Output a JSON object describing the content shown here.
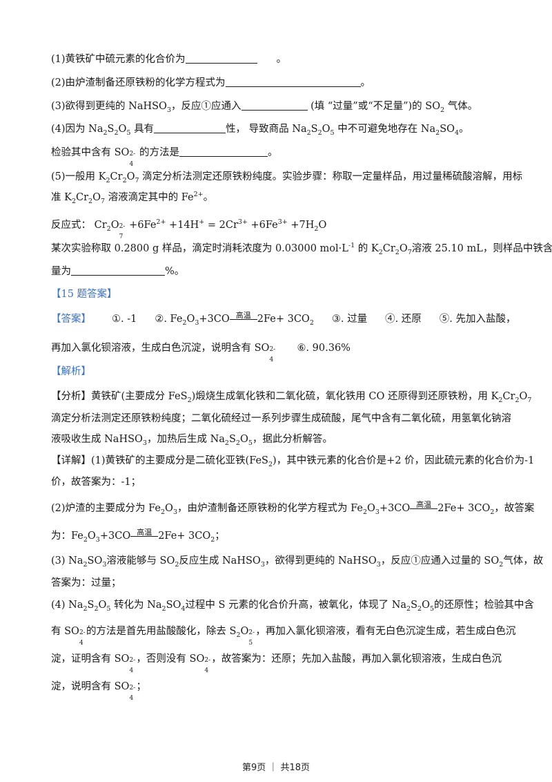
{
  "question": {
    "q1_prefix": "(1)黄铁矿中硫元素的化合价为",
    "q1_suffix": "。",
    "q2_prefix": "(2)由炉渣制备还原铁粉的化学方程式为",
    "q2_suffix": "。",
    "q3_prefix": "(3)欲得到更纯的 NaHSO",
    "q3_mid": "，反应①应通入",
    "q3_after": "(填 “过量”或“不足量”)的 SO",
    "q3_end": "气体。",
    "q4_prefix": "(4)因为 Na",
    "q4_mid": "具有",
    "q4_after": "性， 导致商品 Na",
    "q4_end": "中不可避免地存在 Na",
    "q4_tail": "。",
    "q4b_prefix": "检验其中含有 SO",
    "q4b_suffix": "的方法是",
    "q4b_end": "。",
    "q5_line1": "(5)一般用 K",
    "q5_line1_b": "滴定分析法测定还原铁粉纯度。实验步骤：称取一定量样品，用过量稀硫酸溶解，用标",
    "q5_line2": "准 K",
    "q5_line2_b": "溶液滴定其中的 Fe",
    "q5_line2_end": "。",
    "reaction_prefix": "反应式： Cr",
    "reaction_rest_1": " +6Fe",
    "reaction_rest_2": " +14H",
    "reaction_rest_3": " = 2Cr",
    "reaction_rest_4": " +6Fe",
    "reaction_rest_5": " +7H",
    "reaction_rest_6": "O",
    "q5_calc_1": "某次实验称取 0.2800 g 样品，滴定时消耗浓度为 0.03000 mol·L",
    "q5_calc_2": "的 K",
    "q5_calc_3": "溶液 25.10 mL，则样品中铁含",
    "q5_calc_line2": "量为",
    "q5_calc_end": "%。"
  },
  "answer_header": "【15 题答案】",
  "answer": {
    "label": "【答案】",
    "a1": "①. -1",
    "a2_prefix": "②. Fe",
    "a2_mid": "+3CO",
    "a2_cond": "高温",
    "a2_after": "2Fe+ 3CO",
    "a3": "③. 过量",
    "a4": "④. 还原",
    "a5": "⑤. 先加入盐酸，",
    "a5_line2": "再加入氯化钡溶液，生成白色沉淀，说明含有 SO",
    "a6": "⑥. 90.36%"
  },
  "analysis_header": "【解析】",
  "analysis": {
    "fx_label": "【分析】",
    "fx_line1": "黄铁矿(主要成分 FeS",
    "fx_line1_b": ")煅烧生成氧化铁和二氧化硫，氧化铁用 CO 还原得到还原铁粉，用 K",
    "fx_line2": "滴定分析法测定还原铁粉纯度；二氧化硫经过一系列步骤生成硫酸，尾气中含有二氧化硫，用氢氧化钠溶",
    "fx_line3": "液吸收生成 NaHSO",
    "fx_line3_b": "，加热后生成 Na",
    "fx_line3_c": "，据此分析解答。",
    "xj_label": "【详解】",
    "xj1_line1": "(1)黄铁矿的主要成分是二硫化亚铁(FeS",
    "xj1_line1_b": ")，其中铁元素的化合价是+2 价，因此硫元素的化合价为-1",
    "xj1_line2": "价，故答案为：-1；",
    "xj2_line1": "(2)炉渣的主要成分为 Fe",
    "xj2_line1_b": "，由炉渣制备还原铁粉的化学方程式为 Fe",
    "xj2_line1_c": "+3CO",
    "xj2_line1_d": "2Fe+ 3CO",
    "xj2_line1_e": "，故答案",
    "xj2_line2": "为：Fe",
    "xj2_line2_b": "+3CO",
    "xj2_line2_c": "2Fe+ 3CO",
    "xj2_line2_d": "；",
    "xj3_line1": "(3) Na",
    "xj3_line1_b": "溶液能够与 SO",
    "xj3_line1_c": "反应生成 NaHSO",
    "xj3_line1_d": "，欲得到更纯的 NaHSO",
    "xj3_line1_e": "，反应①应通入过量的 SO",
    "xj3_line1_f": "气体，故",
    "xj3_line2": "答案为：过量；",
    "xj4_line1": "(4) Na",
    "xj4_line1_b": "转化为 Na",
    "xj4_line1_c": "过程中 S 元素的化合价升高，被氧化，体现了 Na",
    "xj4_line1_d": "的还原性；检验其中含",
    "xj4_line2": "有 SO",
    "xj4_line2_b": "的方法是首先用盐酸酸化，除去 S",
    "xj4_line2_c": "，再加入氯化钡溶液，看有无白色沉淀生成，若生成白色沉",
    "xj4_line3": "淀，证明含有 SO",
    "xj4_line3_b": "，否则没有 SO",
    "xj4_line3_c": "，故答案为：还原；先加入盐酸，再加入氯化钡溶液，生成白色沉",
    "xj4_line4": "淀，说明含有 SO",
    "xj4_line4_b": "；"
  },
  "footer": "第9页 ｜ 共18页"
}
